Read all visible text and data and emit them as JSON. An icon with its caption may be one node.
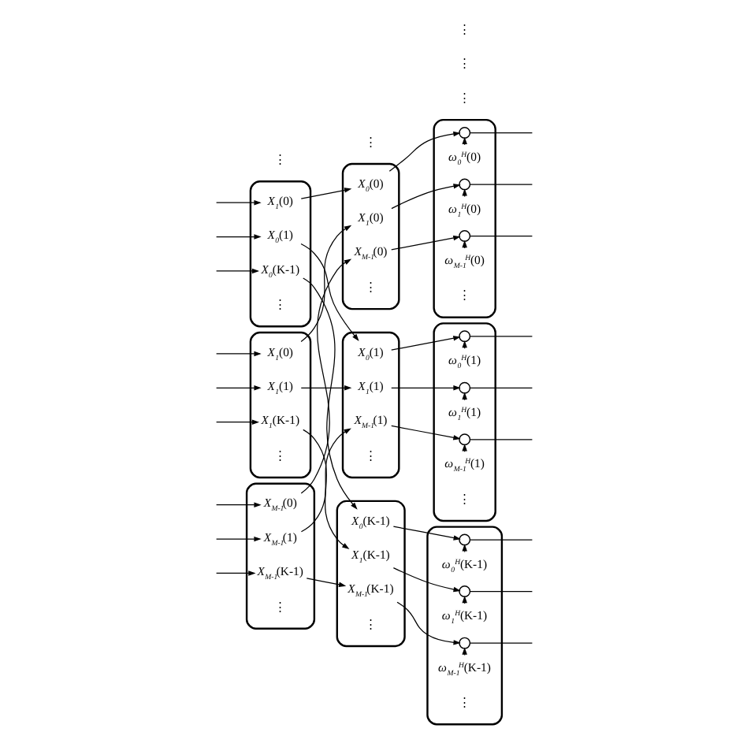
{
  "diagram": {
    "nodes": [
      {
        "text": [],
        "shape": "box"
      },
      {
        "text": [
          "X$_{1}$(0)"
        ],
        "in": 0
      },
      {
        "text": [
          "X$_{0}$(1)"
        ],
        "in": 0
      },
      {
        "text": [
          "X$_{0}$(K-1)"
        ],
        "in": 0
      },
      {
        "text": [],
        "shape": "box"
      },
      {
        "text": [
          "X$_{1}$(0)"
        ],
        "in": 4
      },
      {
        "text": [
          "X$_{1}$(1)"
        ],
        "in": 4
      },
      {
        "text": [
          "X$_{1}$(K-1)"
        ],
        "in": 4
      },
      {
        "text": [],
        "shape": "box"
      },
      {
        "text": [
          "X$_{M-1}$(0)"
        ],
        "in": 8
      },
      {
        "text": [
          "X$_{M-1}$(1)"
        ],
        "in": 8
      },
      {
        "text": [
          "X$_{M-1}$(K-1)"
        ],
        "in": 8
      },
      {
        "text": [],
        "shape": "box"
      },
      {
        "text": [
          "X$_{0}$(0)"
        ],
        "in": 12
      },
      {
        "text": [
          "X$_{1}$(0)"
        ],
        "in": 12
      },
      {
        "text": [
          "X$_{M-1}$(0)"
        ],
        "in": 12
      },
      {
        "text": [],
        "shape": "box"
      },
      {
        "text": [
          "X$_{0}$(1)"
        ],
        "in": 16
      },
      {
        "text": [
          "X$_{1}$(1)"
        ],
        "in": 16
      },
      {
        "text": [
          "X$_{M-1}$(1)"
        ],
        "in": 16
      },
      {
        "text": [],
        "shape": "box"
      },
      {
        "text": [
          "X$_{0}$(K-1)"
        ],
        "in": 20
      },
      {
        "text": [
          "X$_{1}$(K-1)"
        ],
        "in": 20
      },
      {
        "text": [
          "X$_{M-1}$(K-1)"
        ],
        "in": 20
      },
      {
        "text": [],
        "shape": "box"
      },
      {
        "text": [],
        "shape": "circle",
        "in": 24
      },
      {
        "text": [
          "ω$_{0}$$^{H}$(0)"
        ],
        "in": 24
      },
      {
        "text": [],
        "shape": "circle",
        "in": 24
      },
      {
        "text": [
          "ω$_{1}$$^{H}$(0)"
        ],
        "in": 24
      },
      {
        "text": [],
        "shape": "circle",
        "in": 24
      },
      {
        "text": [
          "ω$_{M-1}$$^{H}$(0)"
        ],
        "in": 24
      },
      {
        "text": [],
        "shape": "box"
      },
      {
        "text": [],
        "shape": "circle",
        "in": 31
      },
      {
        "text": [
          "ω$_{0}$$^{H}$(1)"
        ],
        "in": 31
      },
      {
        "text": [],
        "shape": "circle",
        "in": 31
      },
      {
        "text": [
          "ω$_{1}$$^{H}$(1)"
        ],
        "in": 31
      },
      {
        "text": [],
        "shape": "circle",
        "in": 31
      },
      {
        "text": [
          "ω$_{M-1}$$^{H}$(1)"
        ],
        "in": 31
      },
      {
        "text": [],
        "shape": "box"
      },
      {
        "text": [],
        "shape": "circle",
        "in": 38
      },
      {
        "text": [
          "ω$_{0}$$^{H}$(K-1)"
        ],
        "in": 38
      },
      {
        "text": [],
        "shape": "circle",
        "in": 38
      },
      {
        "text": [
          "ω$_{1}$$^{H}$(K-1)"
        ],
        "in": 38
      },
      {
        "text": [],
        "shape": "circle",
        "in": 38
      },
      {
        "text": [
          "ω$_{M-1}$$^{H}$(K-1)"
        ],
        "in": 38
      }
    ],
    "edges": [
      {
        "from": null,
        "to": 1,
        "arrow": "to"
      },
      {
        "from": null,
        "to": 2,
        "arrow": "to"
      },
      {
        "from": null,
        "to": 3,
        "arrow": "to"
      },
      {
        "from": null,
        "to": 5,
        "arrow": "to"
      },
      {
        "from": null,
        "to": 6,
        "arrow": "to"
      },
      {
        "from": null,
        "to": 7,
        "arrow": "to"
      },
      {
        "from": null,
        "to": 9,
        "arrow": "to"
      },
      {
        "from": null,
        "to": 10,
        "arrow": "to"
      },
      {
        "from": null,
        "to": 11,
        "arrow": "to"
      },
      {
        "from": 1,
        "to": 13,
        "arrow": "to"
      },
      {
        "from": 2,
        "to": 17,
        "arrow": "to"
      },
      {
        "from": 3,
        "to": 21,
        "arrow": "to"
      },
      {
        "from": 5,
        "to": 14,
        "arrow": "to"
      },
      {
        "from": 6,
        "to": 18,
        "arrow": "to"
      },
      {
        "from": 7,
        "to": 22,
        "arrow": "to"
      },
      {
        "from": 9,
        "to": 15,
        "arrow": "to"
      },
      {
        "from": 10,
        "to": 19,
        "arrow": "to"
      },
      {
        "from": 11,
        "to": 23,
        "arrow": "to"
      },
      {
        "from": 13,
        "to": 25,
        "arrow": "to"
      },
      {
        "from": 14,
        "to": 27,
        "arrow": "to"
      },
      {
        "from": 15,
        "to": 29,
        "arrow": "to"
      },
      {
        "from": 17,
        "to": 32,
        "arrow": "to"
      },
      {
        "from": 18,
        "to": 34,
        "arrow": "to"
      },
      {
        "from": 19,
        "to": 36,
        "arrow": "to"
      },
      {
        "from": 21,
        "to": 39,
        "arrow": "to"
      },
      {
        "from": 22,
        "to": 41,
        "arrow": "to"
      },
      {
        "from": 23,
        "to": 43,
        "arrow": "to"
      },
      {
        "from": 26,
        "to": 25,
        "arrow": "to"
      },
      {
        "from": 28,
        "to": 27,
        "arrow": "to"
      },
      {
        "from": 30,
        "to": 29,
        "arrow": "to"
      },
      {
        "from": 33,
        "to": 32,
        "arrow": "to"
      },
      {
        "from": 35,
        "to": 34,
        "arrow": "to"
      },
      {
        "from": 37,
        "to": 36,
        "arrow": "to"
      },
      {
        "from": 40,
        "to": 39,
        "arrow": "to"
      },
      {
        "from": 42,
        "to": 41,
        "arrow": "to"
      },
      {
        "from": 44,
        "to": 43,
        "arrow": "to"
      },
      {
        "from": 25,
        "to": null,
        "arrow": "none"
      },
      {
        "from": 27,
        "to": null,
        "arrow": "none"
      },
      {
        "from": 29,
        "to": null,
        "arrow": "none"
      },
      {
        "from": 32,
        "to": null,
        "arrow": "none"
      },
      {
        "from": 34,
        "to": null,
        "arrow": "none"
      },
      {
        "from": 36,
        "to": null,
        "arrow": "none"
      },
      {
        "from": 39,
        "to": null,
        "arrow": "none"
      },
      {
        "from": 41,
        "to": null,
        "arrow": "none"
      },
      {
        "from": 43,
        "to": null,
        "arrow": "none"
      }
    ],
    "labels": [
      "⋮",
      "⋮",
      "⋮",
      "⋮",
      "⋮",
      "⋮",
      "⋮",
      "⋮",
      "⋮",
      "⋮",
      "⋮",
      "⋮",
      "⋮",
      "⋮"
    ]
  }
}
